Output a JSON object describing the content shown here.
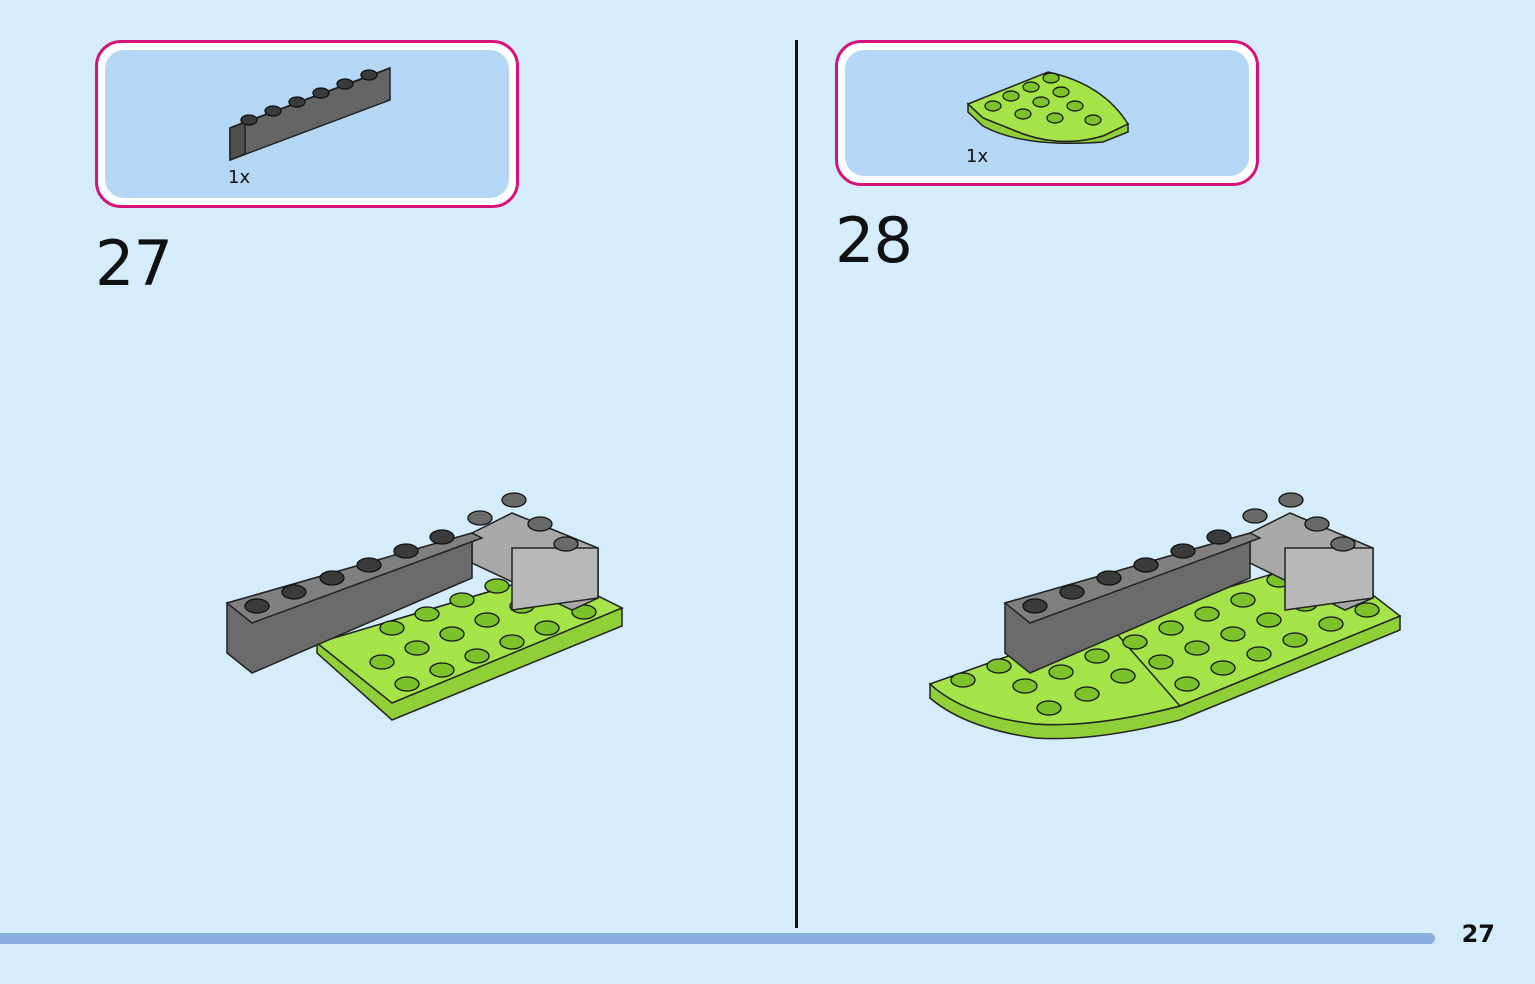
{
  "steps": [
    {
      "number": "27",
      "parts": [
        {
          "quantity": "1x",
          "part": "dark-gray-brick-1x6"
        }
      ]
    },
    {
      "number": "28",
      "parts": [
        {
          "quantity": "1x",
          "part": "lime-green-round-corner-plate"
        }
      ]
    }
  ],
  "page_number": "27",
  "colors": {
    "background": "#d5ecfb",
    "callout_border": "#d6127a",
    "callout_fill": "#b3d7f4",
    "dark_gray": "#6b6b6b",
    "light_gray": "#a8a8a8",
    "lime_green": "#a5e449",
    "bottom_bar": "#8aaedd"
  }
}
